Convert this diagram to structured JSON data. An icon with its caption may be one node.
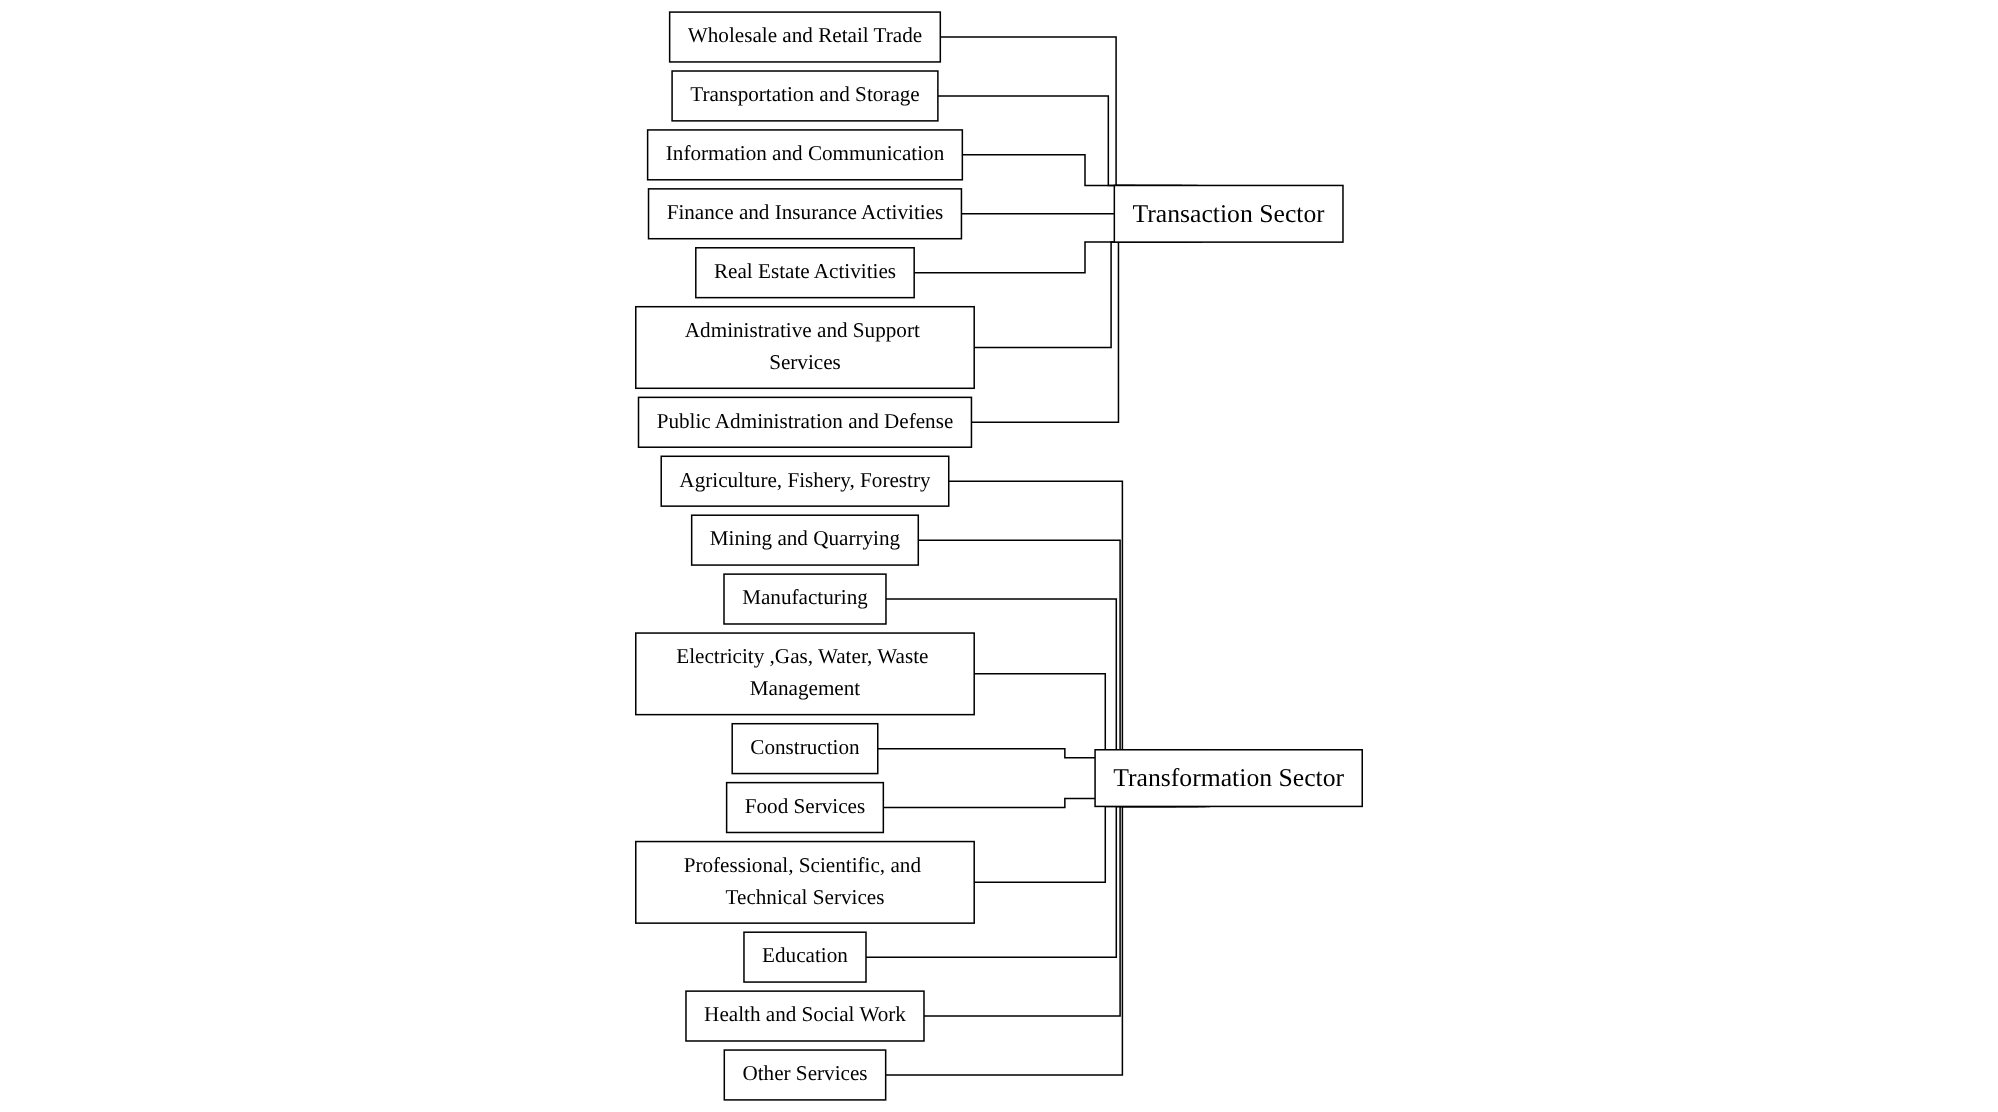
{
  "diagram": {
    "nodes": [
      {
        "text": [
          "Wholesale and Retail Trade"
        ]
      },
      {
        "text": [
          "Transportation and Storage"
        ]
      },
      {
        "text": [
          "Information and Communication"
        ]
      },
      {
        "text": [
          "Finance and Insurance Activities"
        ]
      },
      {
        "text": [
          "Real Estate Activities"
        ]
      },
      {
        "text": [
          "Administrative and Support Services"
        ]
      },
      {
        "text": [
          "Public Administration and Defense"
        ]
      },
      {
        "text": [
          "Transaction Sector"
        ]
      },
      {
        "text": [
          "Agriculture, Fishery, Forestry"
        ]
      },
      {
        "text": [
          "Mining and Quarrying"
        ]
      },
      {
        "text": [
          "Manufacturing"
        ]
      },
      {
        "text": [
          "Electricity ,Gas, Water, Waste Management"
        ]
      },
      {
        "text": [
          "Construction"
        ]
      },
      {
        "text": [
          "Food Services"
        ]
      },
      {
        "text": [
          "Professional, Scientific, and Technical Services"
        ]
      },
      {
        "text": [
          "Education"
        ]
      },
      {
        "text": [
          "Health and Social Work"
        ]
      },
      {
        "text": [
          "Other Services"
        ]
      },
      {
        "text": [
          "Transformation Sector"
        ]
      }
    ],
    "edges": [
      {
        "from": 0,
        "to": 7,
        "arrow": "none"
      },
      {
        "from": 1,
        "to": 7,
        "arrow": "none"
      },
      {
        "from": 2,
        "to": 7,
        "arrow": "none"
      },
      {
        "from": 3,
        "to": 7,
        "arrow": "none"
      },
      {
        "from": 4,
        "to": 7,
        "arrow": "none"
      },
      {
        "from": 5,
        "to": 7,
        "arrow": "none"
      },
      {
        "from": 6,
        "to": 7,
        "arrow": "none"
      },
      {
        "from": 8,
        "to": 18,
        "arrow": "none"
      },
      {
        "from": 9,
        "to": 18,
        "arrow": "none"
      },
      {
        "from": 10,
        "to": 18,
        "arrow": "none"
      },
      {
        "from": 11,
        "to": 18,
        "arrow": "none"
      },
      {
        "from": 12,
        "to": 18,
        "arrow": "none"
      },
      {
        "from": 13,
        "to": 18,
        "arrow": "none"
      },
      {
        "from": 14,
        "to": 18,
        "arrow": "none"
      },
      {
        "from": 15,
        "to": 18,
        "arrow": "none"
      },
      {
        "from": 16,
        "to": 18,
        "arrow": "none"
      },
      {
        "from": 17,
        "to": 18,
        "arrow": "none"
      }
    ]
  }
}
